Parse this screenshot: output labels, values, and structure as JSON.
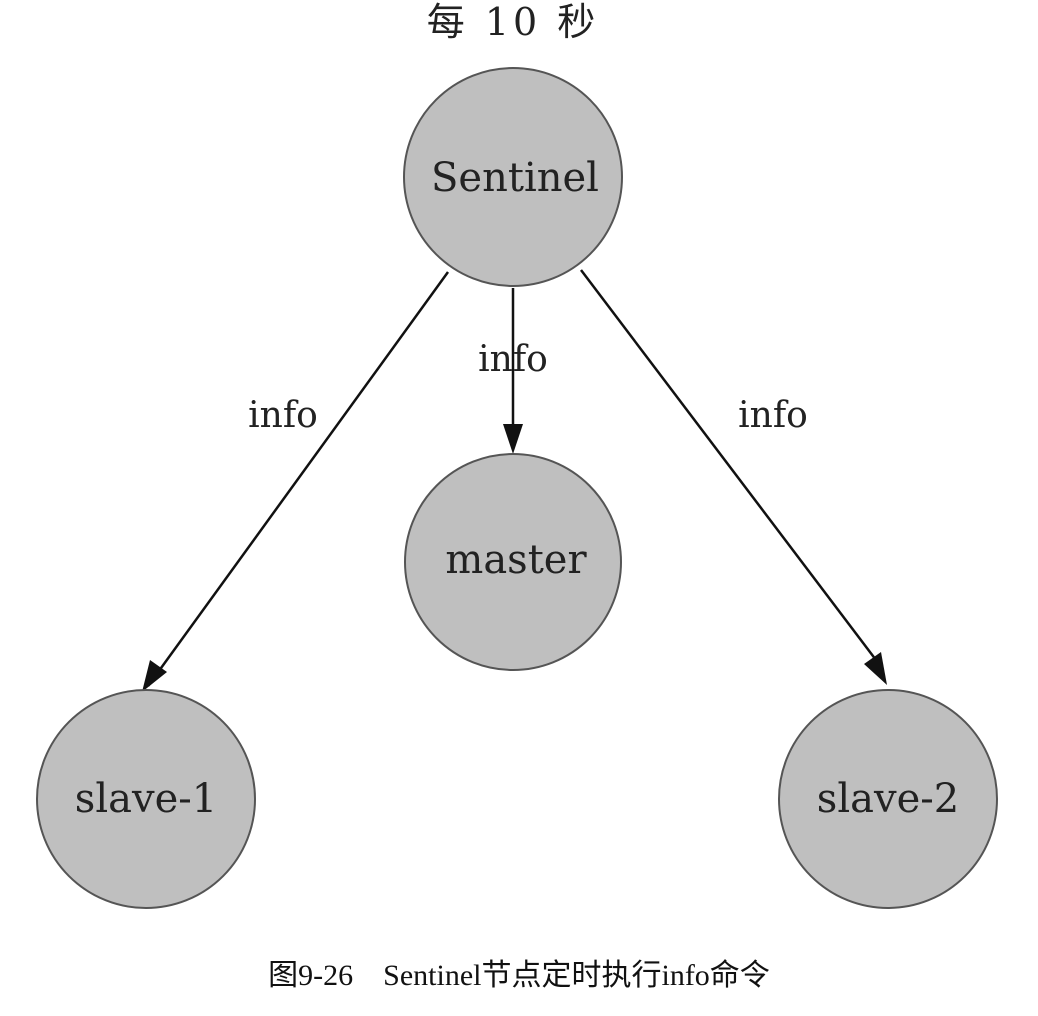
{
  "title": "每 10 秒",
  "nodes": {
    "sentinel": "Sentinel",
    "master": "master",
    "slave1": "slave-1",
    "slave2": "slave-2"
  },
  "edges": {
    "to_slave1": "info",
    "to_master": "info",
    "to_slave2": "info"
  },
  "caption": "图9-26　Sentinel节点定时执行info命令",
  "colors": {
    "node_fill": "#bfbfbf",
    "node_stroke": "#555555",
    "edge": "#111111"
  }
}
